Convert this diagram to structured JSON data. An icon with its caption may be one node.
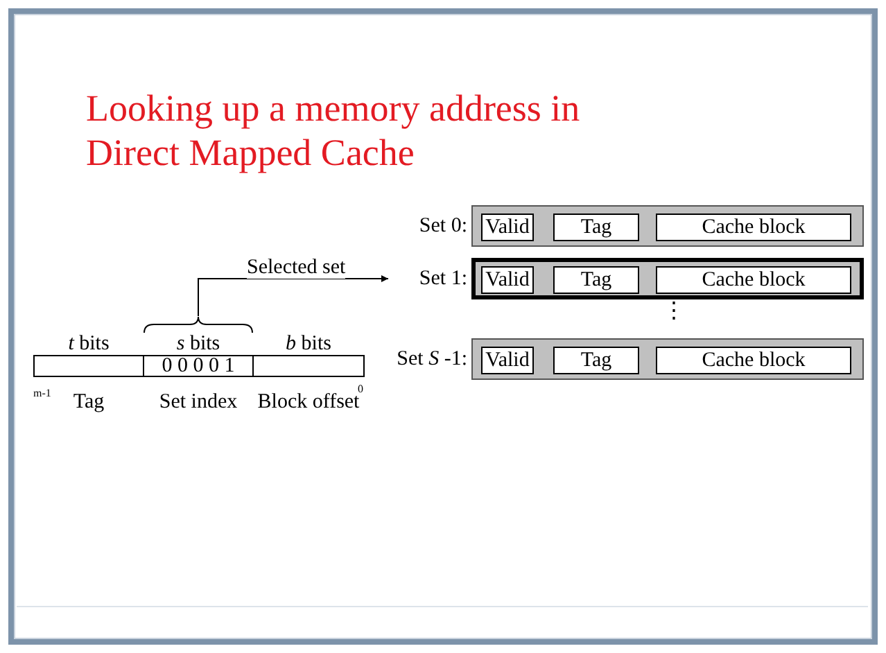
{
  "diagram": {
    "title": "Looking up a memory address in Direct Mapped Cache",
    "nodes": [
      {
        "text": [
          "*t* bits",
          "Tag"
        ]
      },
      {
        "text": [
          "*s* bits",
          "0 0 0 0 1",
          "Set index"
        ]
      },
      {
        "text": [
          "*b* bits",
          "Block offset"
        ]
      },
      {
        "text": [
          "Set 0:"
        ]
      },
      {
        "text": [
          "Valid"
        ],
        "in": 3
      },
      {
        "text": [
          "Tag"
        ],
        "in": 3
      },
      {
        "text": [
          "Cache block"
        ],
        "in": 3
      },
      {
        "text": [
          "Set 1:"
        ]
      },
      {
        "text": [
          "Valid"
        ],
        "in": 7
      },
      {
        "text": [
          "Tag"
        ],
        "in": 7
      },
      {
        "text": [
          "Cache block"
        ],
        "in": 7
      },
      {
        "text": [
          "Set *S* -1:"
        ]
      },
      {
        "text": [
          "Valid"
        ],
        "in": 11
      },
      {
        "text": [
          "Tag"
        ],
        "in": 11
      },
      {
        "text": [
          "Cache block"
        ],
        "in": 11
      }
    ],
    "edges": [
      {
        "from": 1,
        "to": 7,
        "arrow": "to",
        "label": "Selected set"
      }
    ],
    "labels": [
      "m-1",
      "0",
      "⋮"
    ]
  }
}
